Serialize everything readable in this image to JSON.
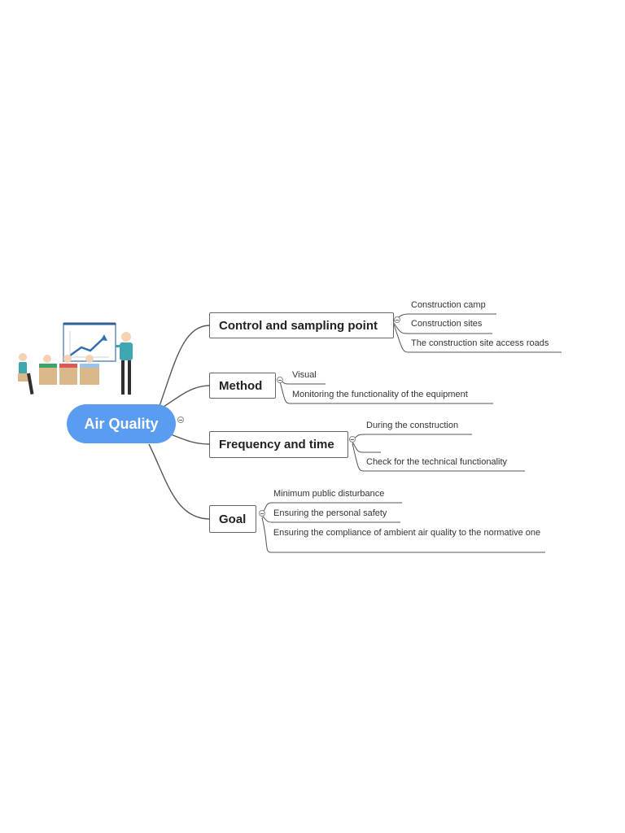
{
  "root": {
    "label": "Air Quality"
  },
  "branches": [
    {
      "label": "Control and sampling point",
      "leaves": [
        "Construction camp",
        "Construction sites",
        "The construction site access roads"
      ]
    },
    {
      "label": "Method",
      "leaves": [
        "Visual",
        "Monitoring the functionality of the equipment"
      ]
    },
    {
      "label": "Frequency and time",
      "leaves": [
        "During the construction",
        "",
        "Check for the technical functionality"
      ]
    },
    {
      "label": "Goal",
      "leaves": [
        "Minimum public disturbance",
        "Ensuring the personal safety",
        "Ensuring the compliance of ambient air quality to the normative one"
      ]
    }
  ],
  "colors": {
    "root": "#5a9cf0",
    "connector": "#555555",
    "leaf_line": "#555555"
  }
}
